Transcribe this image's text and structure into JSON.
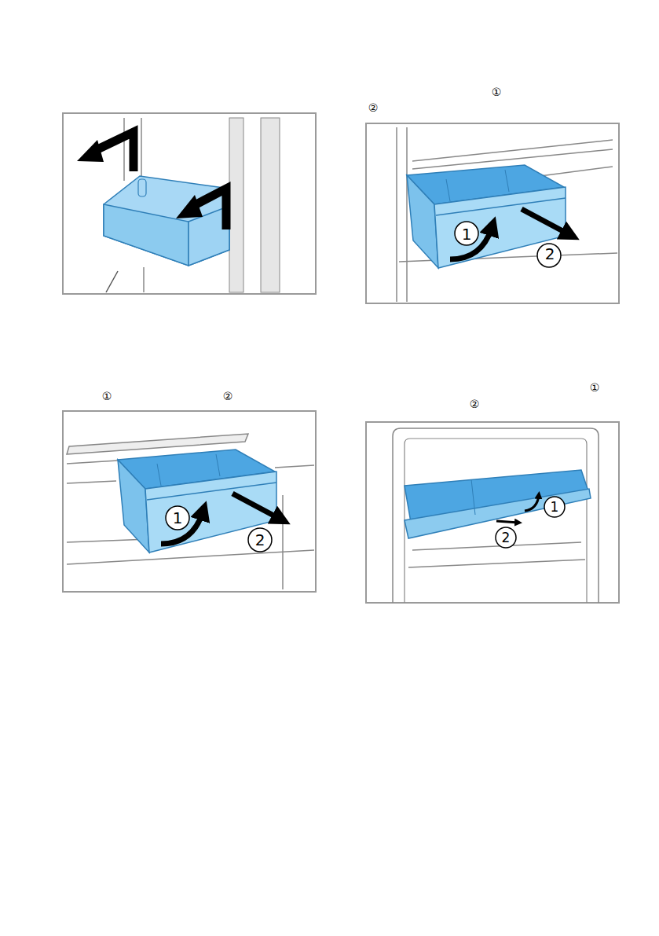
{
  "diagram": {
    "labels": [
      "①",
      "②",
      "1",
      "2",
      "①",
      "②",
      "1",
      "2",
      "①",
      "②",
      "1",
      "2"
    ]
  }
}
